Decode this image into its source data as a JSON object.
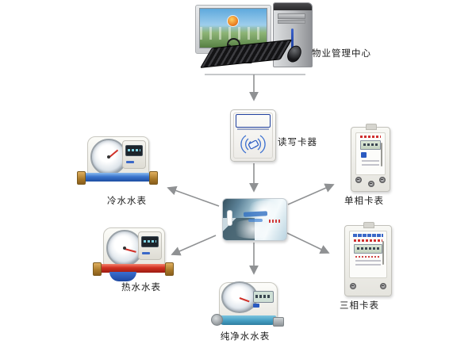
{
  "diagram": {
    "kind": "prepaid IC-card metering system topology",
    "background": "#ffffff",
    "connector_color": "#8f9193",
    "bus_color": "#b3b5b8"
  },
  "nodes": {
    "management_center": {
      "label": "物业管理中心",
      "device": "desktop-computer"
    },
    "card_reader": {
      "label": "读写卡器",
      "device": "rf-card-reader-writer"
    },
    "smart_card": {
      "device": "ic-smart-card"
    },
    "cold_water_meter": {
      "label": "冷水水表"
    },
    "hot_water_meter": {
      "label": "热水水表"
    },
    "pure_water_meter": {
      "label": "纯净水水表"
    },
    "single_phase_meter": {
      "label": "单相卡表"
    },
    "three_phase_meter": {
      "label": "三相卡表"
    }
  },
  "edges": [
    {
      "from": "management_center",
      "to": "card_reader"
    },
    {
      "from": "card_reader",
      "to": "smart_card"
    },
    {
      "from": "smart_card",
      "to": "cold_water_meter"
    },
    {
      "from": "smart_card",
      "to": "hot_water_meter"
    },
    {
      "from": "smart_card",
      "to": "pure_water_meter"
    },
    {
      "from": "smart_card",
      "to": "single_phase_meter"
    },
    {
      "from": "smart_card",
      "to": "three_phase_meter"
    }
  ]
}
